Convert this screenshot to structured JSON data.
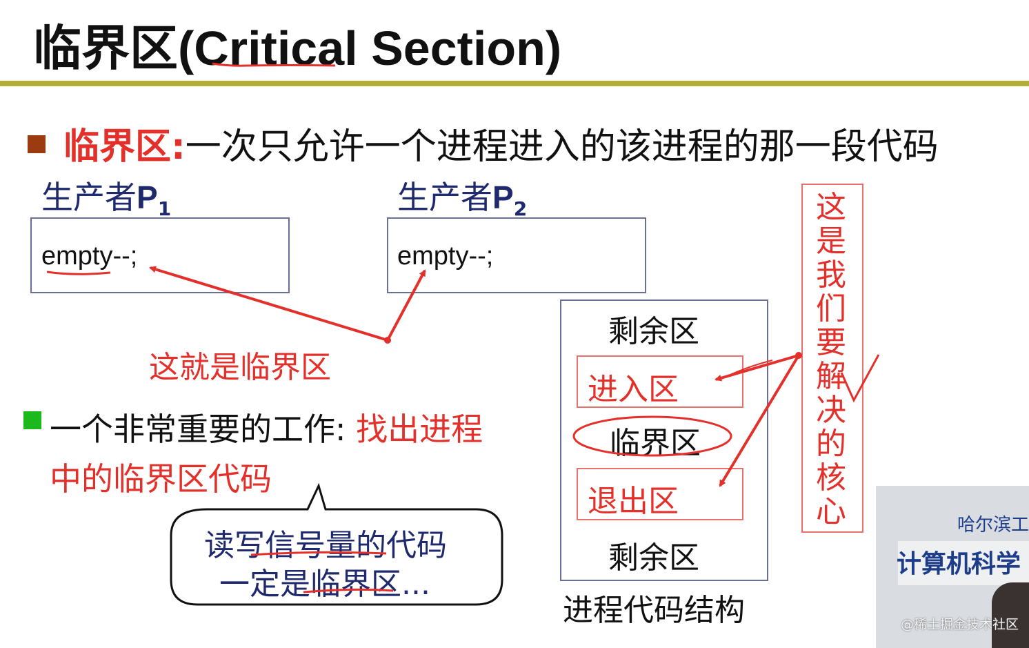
{
  "title": "临界区(Critical Section)",
  "colors": {
    "title_rule": "#b5ad3a",
    "accent_red": "#e4302a",
    "label_navy": "#1f2a6e",
    "bullet1": "#9a3b10",
    "bullet2": "#1bb91b",
    "box_border": "#6a6f95"
  },
  "bullet1": {
    "term": "临界区:",
    "definition": "一次只允许一个进程进入的该进程的那一段代码"
  },
  "producers": [
    {
      "label": "生产者",
      "name": "P",
      "subscript": "1",
      "code": "empty--;"
    },
    {
      "label": "生产者",
      "name": "P",
      "subscript": "2",
      "code": "empty--;"
    }
  ],
  "callout_critical": "这就是临界区",
  "bullet2": {
    "text": "一个非常重要的工作:",
    "highlight1": "找出进程",
    "highlight2": "中的临界区代码"
  },
  "speech_bubble": {
    "line1": "读写信号量的代码",
    "line2": "一定是临界区..."
  },
  "process_structure": {
    "remainder_top": "剩余区",
    "entry": "进入区",
    "critical": "临界区",
    "exit": "退出区",
    "remainder_bottom": "剩余区",
    "caption": "进程代码结构"
  },
  "vertical_note": "这是我们要解决的核心",
  "video_overlay": {
    "line1": "哈尔滨工",
    "line2": "计算机科学"
  },
  "watermark": "@稀土掘金技术社区"
}
